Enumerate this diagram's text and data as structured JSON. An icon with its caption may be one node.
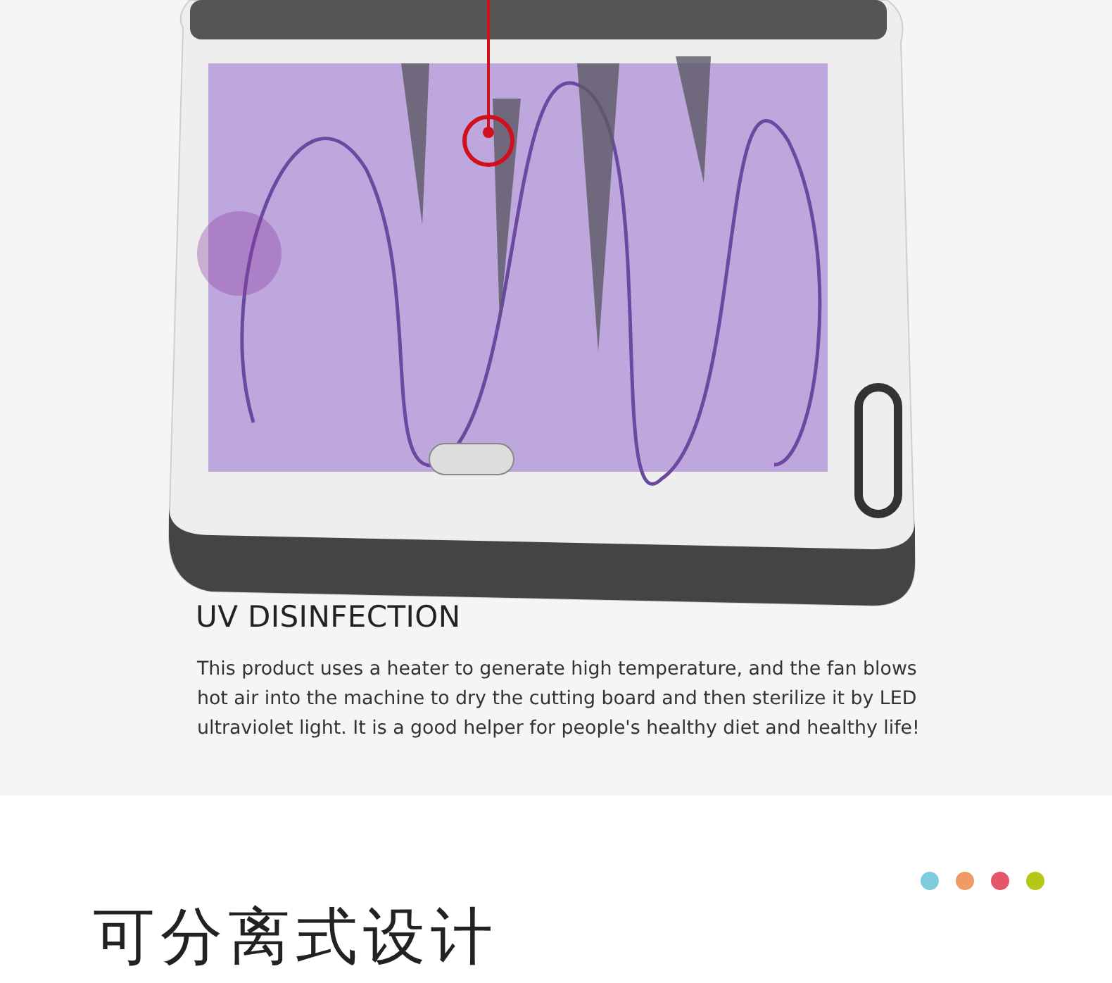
{
  "diagram": {
    "title": "UV DISINFECTION",
    "labels": [
      "This product uses a heater to generate high temperature, and the fan blows hot air into the machine to dry the cutting board and then sterilize it by LED ultraviolet light. It is a good helper for people's healthy diet and healthy life!",
      "可分离式设计"
    ]
  }
}
